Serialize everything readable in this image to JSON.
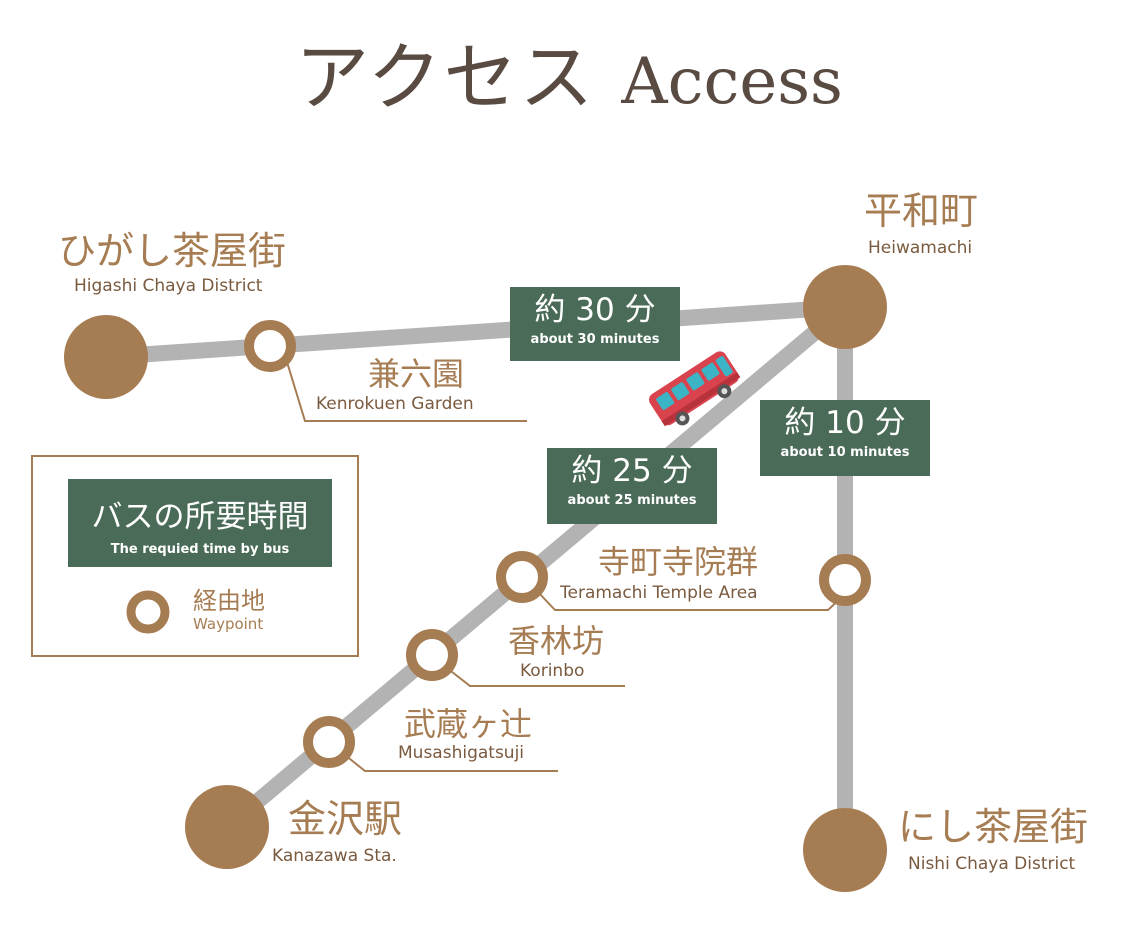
{
  "title": {
    "jp": "アクセス",
    "en": "Access"
  },
  "colors": {
    "route": "#b3b3b3",
    "station": "#a67c52",
    "label": "#a67c52",
    "badge": "#4a6b58",
    "title": "#594a42",
    "bus_body": "#d9434e",
    "bus_window": "#3bb4c6"
  },
  "stations": {
    "higashi": {
      "jp": "ひがし茶屋街",
      "en": "Higashi Chaya District"
    },
    "heiwamachi": {
      "jp": "平和町",
      "en": "Heiwamachi"
    },
    "kanazawa": {
      "jp": "金沢駅",
      "en": "Kanazawa Sta."
    },
    "nishi": {
      "jp": "にし茶屋街",
      "en": "Nishi Chaya District"
    }
  },
  "waypoints": {
    "kenrokuen": {
      "jp": "兼六園",
      "en": "Kenrokuen Garden"
    },
    "teramachi": {
      "jp": "寺町寺院群",
      "en": "Teramachi Temple Area"
    },
    "korinbo": {
      "jp": "香林坊",
      "en": "Korinbo"
    },
    "musashi": {
      "jp": "武蔵ヶ辻",
      "en": "Musashigatsuji"
    }
  },
  "badges": {
    "b30": {
      "jp": "約 30 分",
      "en": "about 30 minutes"
    },
    "b25": {
      "jp": "約 25 分",
      "en": "about 25 minutes"
    },
    "b10": {
      "jp": "約 10 分",
      "en": "about 10 minutes"
    }
  },
  "legend": {
    "title_jp": "バスの所要時間",
    "title_en": "The requied time by bus",
    "waypoint_jp": "経由地",
    "waypoint_en": "Waypoint"
  },
  "icons": {
    "bus": "bus-icon",
    "waypoint": "waypoint-marker-icon"
  }
}
